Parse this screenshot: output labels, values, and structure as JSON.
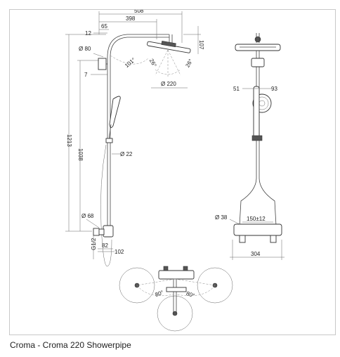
{
  "caption": "Croma - Croma 220 Showerpipe",
  "dimensions": {
    "d508": "508",
    "d398": "398",
    "d65": "65",
    "d12": "12",
    "d107": "107",
    "d80": "Ø 80",
    "d101": "101°",
    "d7": "7",
    "d26a": "26°",
    "d26b": "26°",
    "d220": "Ø 220",
    "d1213": "1213",
    "d1038": "1038",
    "d22": "Ø 22",
    "d68": "Ø 68",
    "d82": "82",
    "d102": "102",
    "dG12": "G1/2",
    "d51": "51",
    "d93": "93",
    "d38": "Ø 38",
    "d150": "150±12",
    "d304": "304",
    "d80deg_a": "80°",
    "d80deg_b": "80°"
  }
}
